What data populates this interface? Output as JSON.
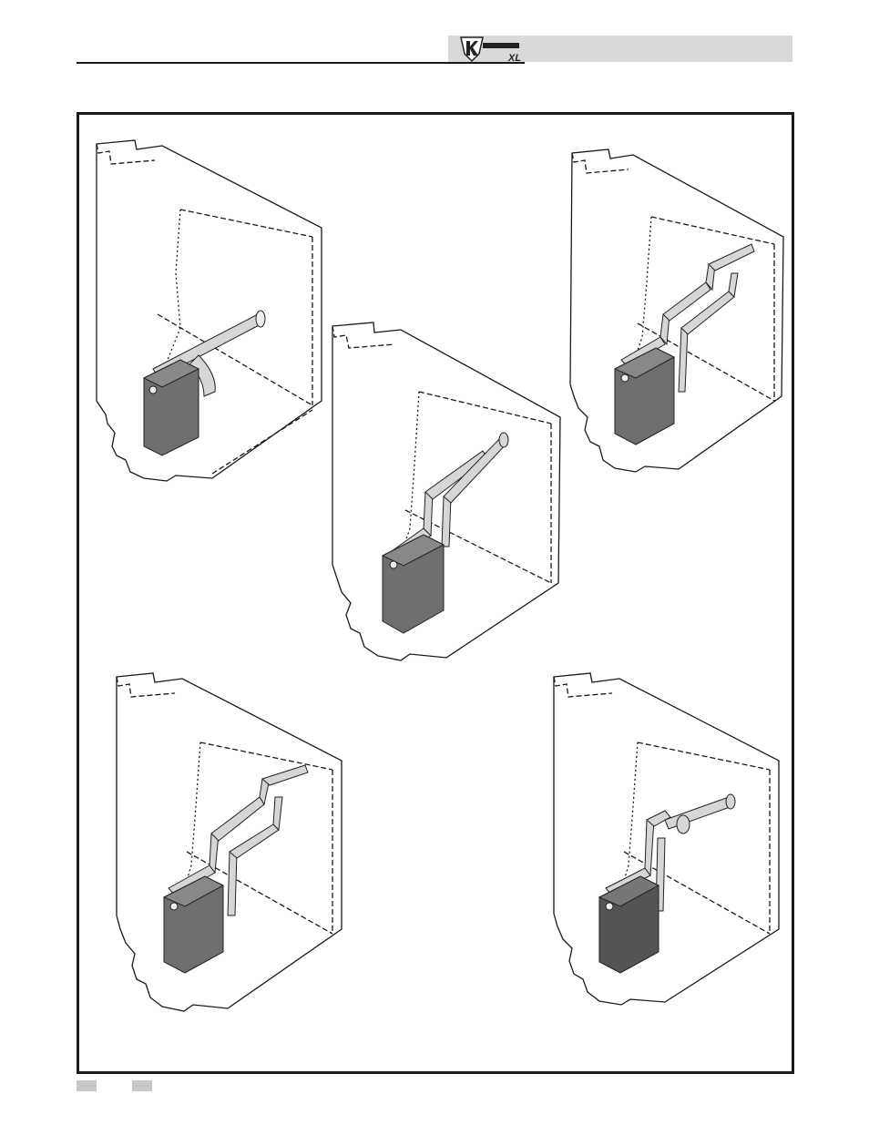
{
  "header": {
    "logo_text": "KNIGHT",
    "logo_suffix": "XL",
    "band_color": "#d9d9d9"
  },
  "figures": [
    {
      "id": "fig-1",
      "config": "horizontal-straight-vent"
    },
    {
      "id": "fig-2",
      "config": "vertical-offset-vent"
    },
    {
      "id": "fig-3",
      "config": "vertical-offset-vent-alt"
    },
    {
      "id": "fig-4",
      "config": "multi-elbow-vent"
    },
    {
      "id": "fig-5",
      "config": "concentric-vent"
    }
  ],
  "colors": {
    "line": "#1a1a1a",
    "pipe": "#c9c9c9",
    "boiler": "#6e6e6e",
    "boiler_dark": "#555555"
  }
}
